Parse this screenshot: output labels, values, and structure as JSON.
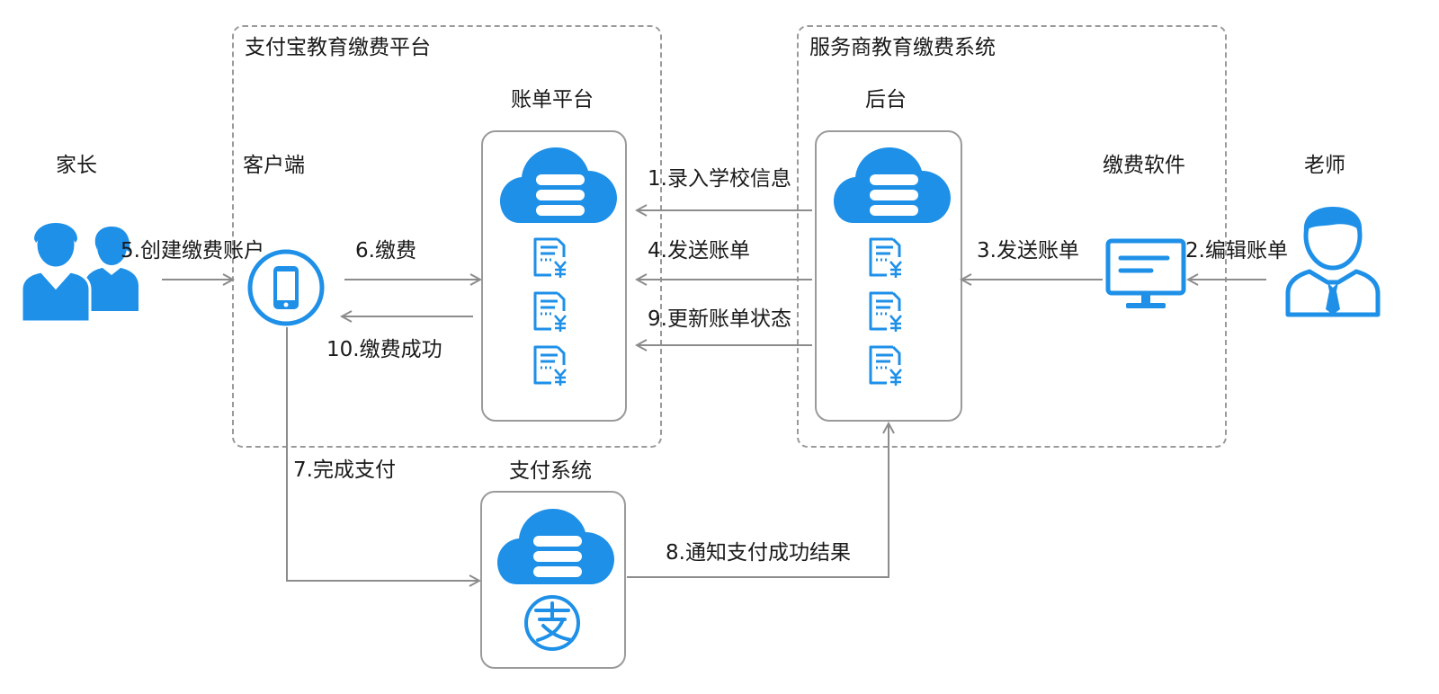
{
  "groups": {
    "alipay_platform": "支付宝教育缴费平台",
    "provider_system": "服务商教育缴费系统"
  },
  "nodes": {
    "parent": "家长",
    "client": "客户端",
    "billing_platform": "账单平台",
    "backend": "后台",
    "payment_software": "缴费软件",
    "teacher": "老师",
    "payment_system": "支付系统"
  },
  "steps": {
    "s1": "1.录入学校信息",
    "s2": "2.编辑账单",
    "s3": "3.发送账单",
    "s4": "4.发送账单",
    "s5": "5.创建缴费账户",
    "s6": "6.缴费",
    "s7": "7.完成支付",
    "s8": "8.通知支付成功结果",
    "s9": "9.更新账单状态",
    "s10": "10.缴费成功"
  },
  "colors": {
    "accent": "#1E90E8",
    "line": "#8c8c8c",
    "border": "#9a9a9a"
  },
  "icons": [
    "parents-icon",
    "phone-icon",
    "cloud-database-icon",
    "bill-icon",
    "monitor-icon",
    "teacher-icon",
    "alipay-icon"
  ]
}
